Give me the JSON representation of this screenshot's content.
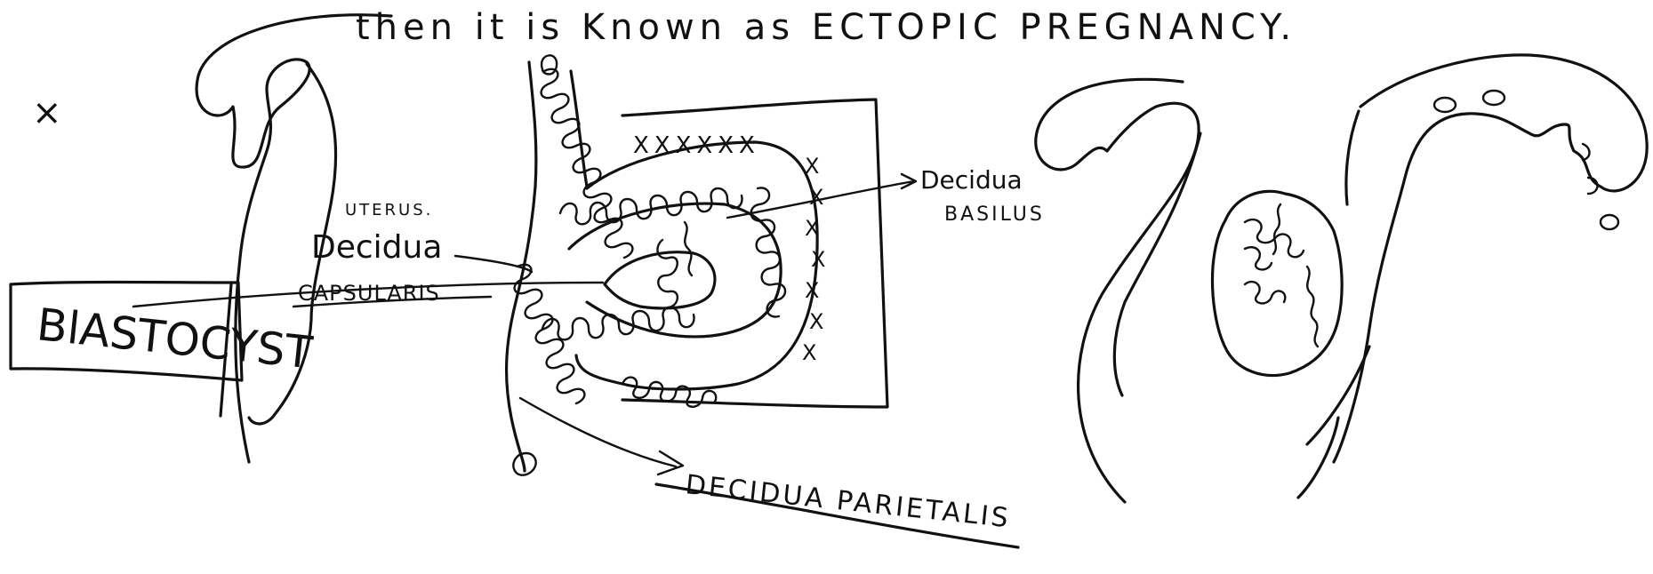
{
  "heading": "then it is Known as ECTOPIC PREGNANCY.",
  "labels": {
    "uterus": "UTERUS.",
    "decidua_capsularis_line1": "Decidua",
    "decidua_capsularis_line2": "CAPSULARIS",
    "decidua_basilis_line1": "Decidua",
    "decidua_basilis_line2": "BASILUS",
    "blastocyst": "BlASTOCYST",
    "decidua_parietalis": "DECIDUA PARIETALIS",
    "cross_mark": "×"
  },
  "colors": {
    "ink": "#111111",
    "paper": "#ffffff"
  }
}
